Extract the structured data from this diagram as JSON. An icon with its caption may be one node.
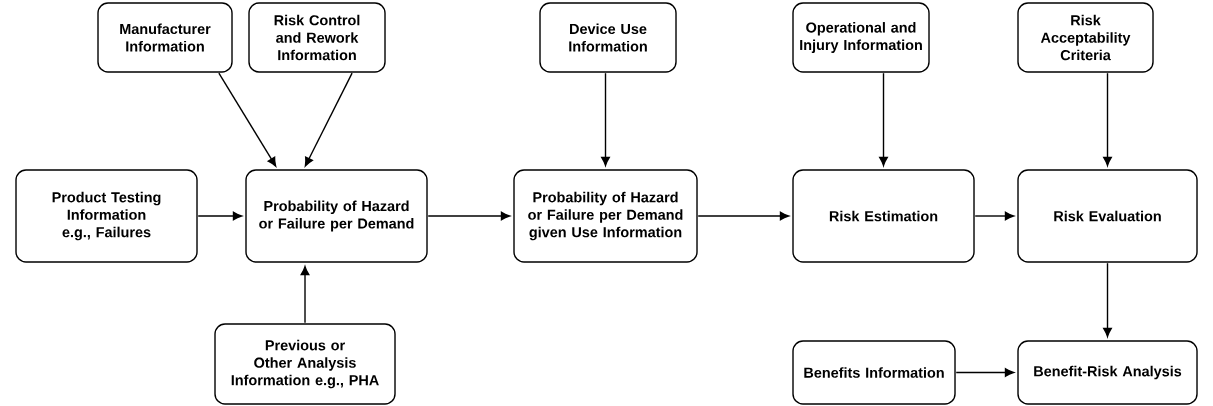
{
  "diagram": {
    "nodes": [
      {
        "text": [
          "Manufacturer Information"
        ]
      },
      {
        "text": [
          "Risk Control and Rework Information"
        ]
      },
      {
        "text": [
          "Device Use Information"
        ]
      },
      {
        "text": [
          "Operational and Injury Information"
        ]
      },
      {
        "text": [
          "Risk Acceptability Criteria"
        ]
      },
      {
        "text": [
          "Product Testing Information e.g., Failures"
        ]
      },
      {
        "text": [
          "Probability of Hazard or Failure per Demand"
        ]
      },
      {
        "text": [
          "Probability of Hazard or Failure per Demand given Use Information"
        ]
      },
      {
        "text": [
          "Risk Estimation"
        ]
      },
      {
        "text": [
          "Risk Evaluation"
        ]
      },
      {
        "text": [
          "Previous or Other Analysis Information e.g., PHA"
        ]
      },
      {
        "text": [
          "Benefits Information"
        ]
      },
      {
        "text": [
          "Benefit-Risk Analysis"
        ]
      }
    ],
    "edges": [
      {
        "from": 0,
        "to": 6,
        "arrow": "to"
      },
      {
        "from": 1,
        "to": 6,
        "arrow": "to"
      },
      {
        "from": 5,
        "to": 6,
        "arrow": "to"
      },
      {
        "from": 10,
        "to": 6,
        "arrow": "to"
      },
      {
        "from": 6,
        "to": 7,
        "arrow": "to"
      },
      {
        "from": 2,
        "to": 7,
        "arrow": "to"
      },
      {
        "from": 7,
        "to": 8,
        "arrow": "to"
      },
      {
        "from": 3,
        "to": 8,
        "arrow": "to"
      },
      {
        "from": 8,
        "to": 9,
        "arrow": "to"
      },
      {
        "from": 4,
        "to": 9,
        "arrow": "to"
      },
      {
        "from": 9,
        "to": 12,
        "arrow": "to"
      },
      {
        "from": 11,
        "to": 12,
        "arrow": "to"
      }
    ]
  }
}
